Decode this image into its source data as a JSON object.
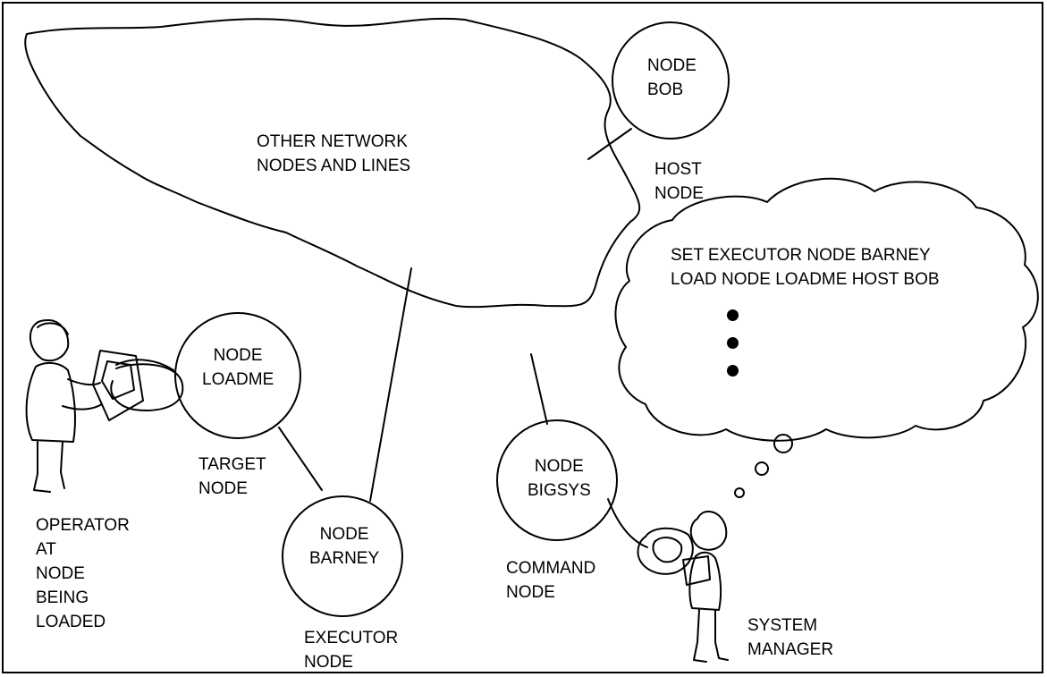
{
  "cloud_label": "OTHER NETWORK\nNODES AND LINES",
  "nodes": {
    "bob": "NODE\nBOB",
    "loadme": "NODE\nLOADME",
    "barney": "NODE\nBARNEY",
    "bigsys": "NODE\nBIGSYS"
  },
  "roles": {
    "host": "HOST\nNODE",
    "target": "TARGET\nNODE",
    "executor": "EXECUTOR\nNODE",
    "command": "COMMAND\nNODE"
  },
  "people": {
    "operator": "OPERATOR\nAT\nNODE\nBEING\nLOADED",
    "system_manager": "SYSTEM\nMANAGER"
  },
  "thought": {
    "line1": "SET EXECUTOR NODE BARNEY",
    "line2": "LOAD NODE LOADME HOST BOB",
    "continuation_dots": 3
  }
}
